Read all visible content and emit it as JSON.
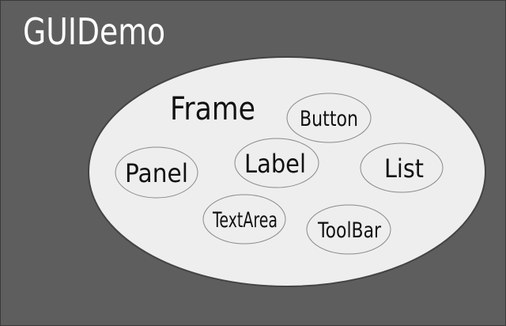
{
  "diagram": {
    "title": "GUIDemo",
    "frame": {
      "label": "Frame"
    },
    "components": [
      {
        "id": "button",
        "label": "Button"
      },
      {
        "id": "panel",
        "label": "Panel"
      },
      {
        "id": "label",
        "label": "Label"
      },
      {
        "id": "list",
        "label": "List"
      },
      {
        "id": "textarea",
        "label": "TextArea"
      },
      {
        "id": "toolbar",
        "label": "ToolBar"
      }
    ]
  },
  "colors": {
    "background": "#5e5e5e",
    "shape_fill": "#eeeeee",
    "text": "#111111",
    "title_text": "#ffffff"
  }
}
